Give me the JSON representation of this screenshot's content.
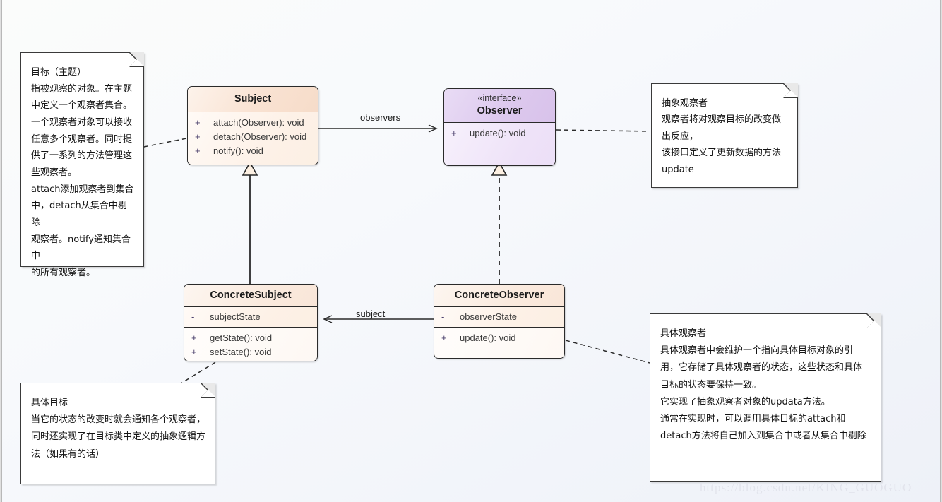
{
  "diagram": {
    "title": "Observer Pattern UML Class Diagram",
    "watermark": "https://blog.csdn.net/KING_GUOGUO",
    "colors": {
      "subject_fill": "#f9e2d2",
      "observer_fill": "#ddc9ee",
      "concrete_fill": "#faeade",
      "note_fill": "#ffffff",
      "line": "#2a2a2a",
      "background": "#eef1f8"
    }
  },
  "classes": {
    "subject": {
      "name": "Subject",
      "stereotype": "",
      "attributes": [],
      "operations": [
        {
          "visibility": "+",
          "signature": "attach(Observer): void"
        },
        {
          "visibility": "+",
          "signature": "detach(Observer): void"
        },
        {
          "visibility": "+",
          "signature": "notify(): void"
        }
      ]
    },
    "observer": {
      "name": "Observer",
      "stereotype": "«interface»",
      "attributes": [],
      "operations": [
        {
          "visibility": "+",
          "signature": "update(): void"
        }
      ]
    },
    "concrete_subject": {
      "name": "ConcreteSubject",
      "stereotype": "",
      "attributes": [
        {
          "visibility": "-",
          "signature": "subjectState"
        }
      ],
      "operations": [
        {
          "visibility": "+",
          "signature": "getState(): void"
        },
        {
          "visibility": "+",
          "signature": "setState(): void"
        }
      ]
    },
    "concrete_observer": {
      "name": "ConcreteObserver",
      "stereotype": "",
      "attributes": [
        {
          "visibility": "-",
          "signature": "observerState"
        }
      ],
      "operations": [
        {
          "visibility": "+",
          "signature": "update(): void"
        }
      ]
    }
  },
  "associations": {
    "observers_label": "observers",
    "subject_label": "subject"
  },
  "notes": {
    "target_note": {
      "text": "目标（主题）\n指被观察的对象。在主题\n中定义一个观察者集合。\n一个观察者对象可以接收\n任意多个观察者。同时提\n供了一系列的方法管理这\n些观察者。\nattach添加观察者到集合\n中，detach从集合中剔除\n观察者。notify通知集合中\n的所有观察者。"
    },
    "abstract_observer_note": {
      "text": "抽象观察者\n观察者将对观察目标的改变做\n出反应，\n该接口定义了更新数据的方法\nupdate"
    },
    "concrete_target_note": {
      "text": "具体目标\n当它的状态的改变时就会通知各个观察者，\n同时还实现了在目标类中定义的抽象逻辑方\n法（如果有的话）"
    },
    "concrete_observer_note": {
      "text": "具体观察者\n具体观察者中会维护一个指向具体目标对象的引\n用，它存储了具体观察者的状态，这些状态和具体\n目标的状态要保持一致。\n它实现了抽象观察者对象的updata方法。\n通常在实现时，可以调用具体目标的attach和\ndetach方法将自己加入到集合中或者从集合中剔除"
    }
  }
}
